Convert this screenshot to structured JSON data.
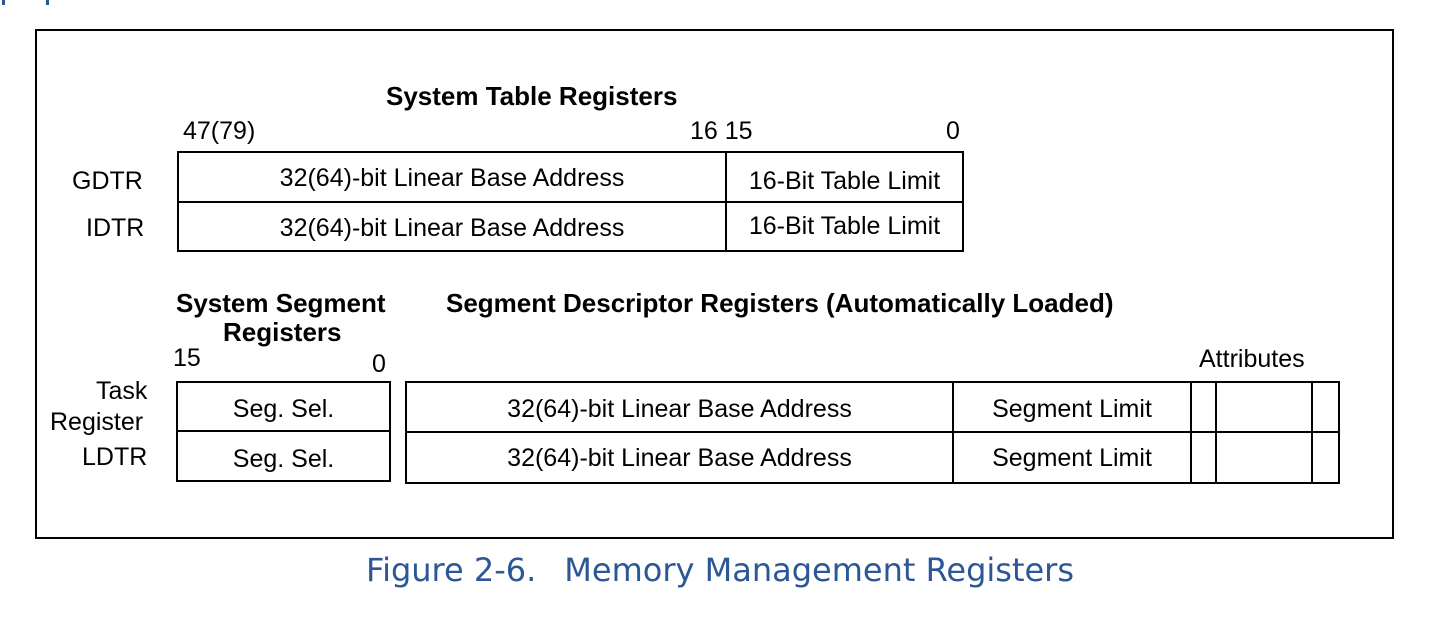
{
  "system_table": {
    "title": "System Table Registers",
    "bit_high": "47(79)",
    "bit_mid": "16 15",
    "bit_low": "0",
    "rows": [
      {
        "name": "GDTR",
        "base": "32(64)-bit Linear Base Address",
        "limit": "16-Bit Table Limit"
      },
      {
        "name": "IDTR",
        "base": "32(64)-bit Linear Base Address",
        "limit": "16-Bit Table Limit"
      }
    ]
  },
  "system_segment": {
    "title_line1": "System Segment",
    "title_line2": "Registers",
    "bit_high": "15",
    "bit_low": "0",
    "rows": [
      {
        "name_line1": "Task",
        "name_line2": "Register",
        "value": "Seg. Sel."
      },
      {
        "name_line1": "LDTR",
        "name_line2": "",
        "value": "Seg. Sel."
      }
    ]
  },
  "descriptor": {
    "title": "Segment Descriptor Registers (Automatically Loaded)",
    "attributes_label": "Attributes",
    "rows": [
      {
        "base": "32(64)-bit Linear Base Address",
        "limit": "Segment Limit"
      },
      {
        "base": "32(64)-bit Linear Base Address",
        "limit": "Segment Limit"
      }
    ]
  },
  "caption": {
    "figure": "Figure 2-6.",
    "title": "Memory Management Registers"
  }
}
